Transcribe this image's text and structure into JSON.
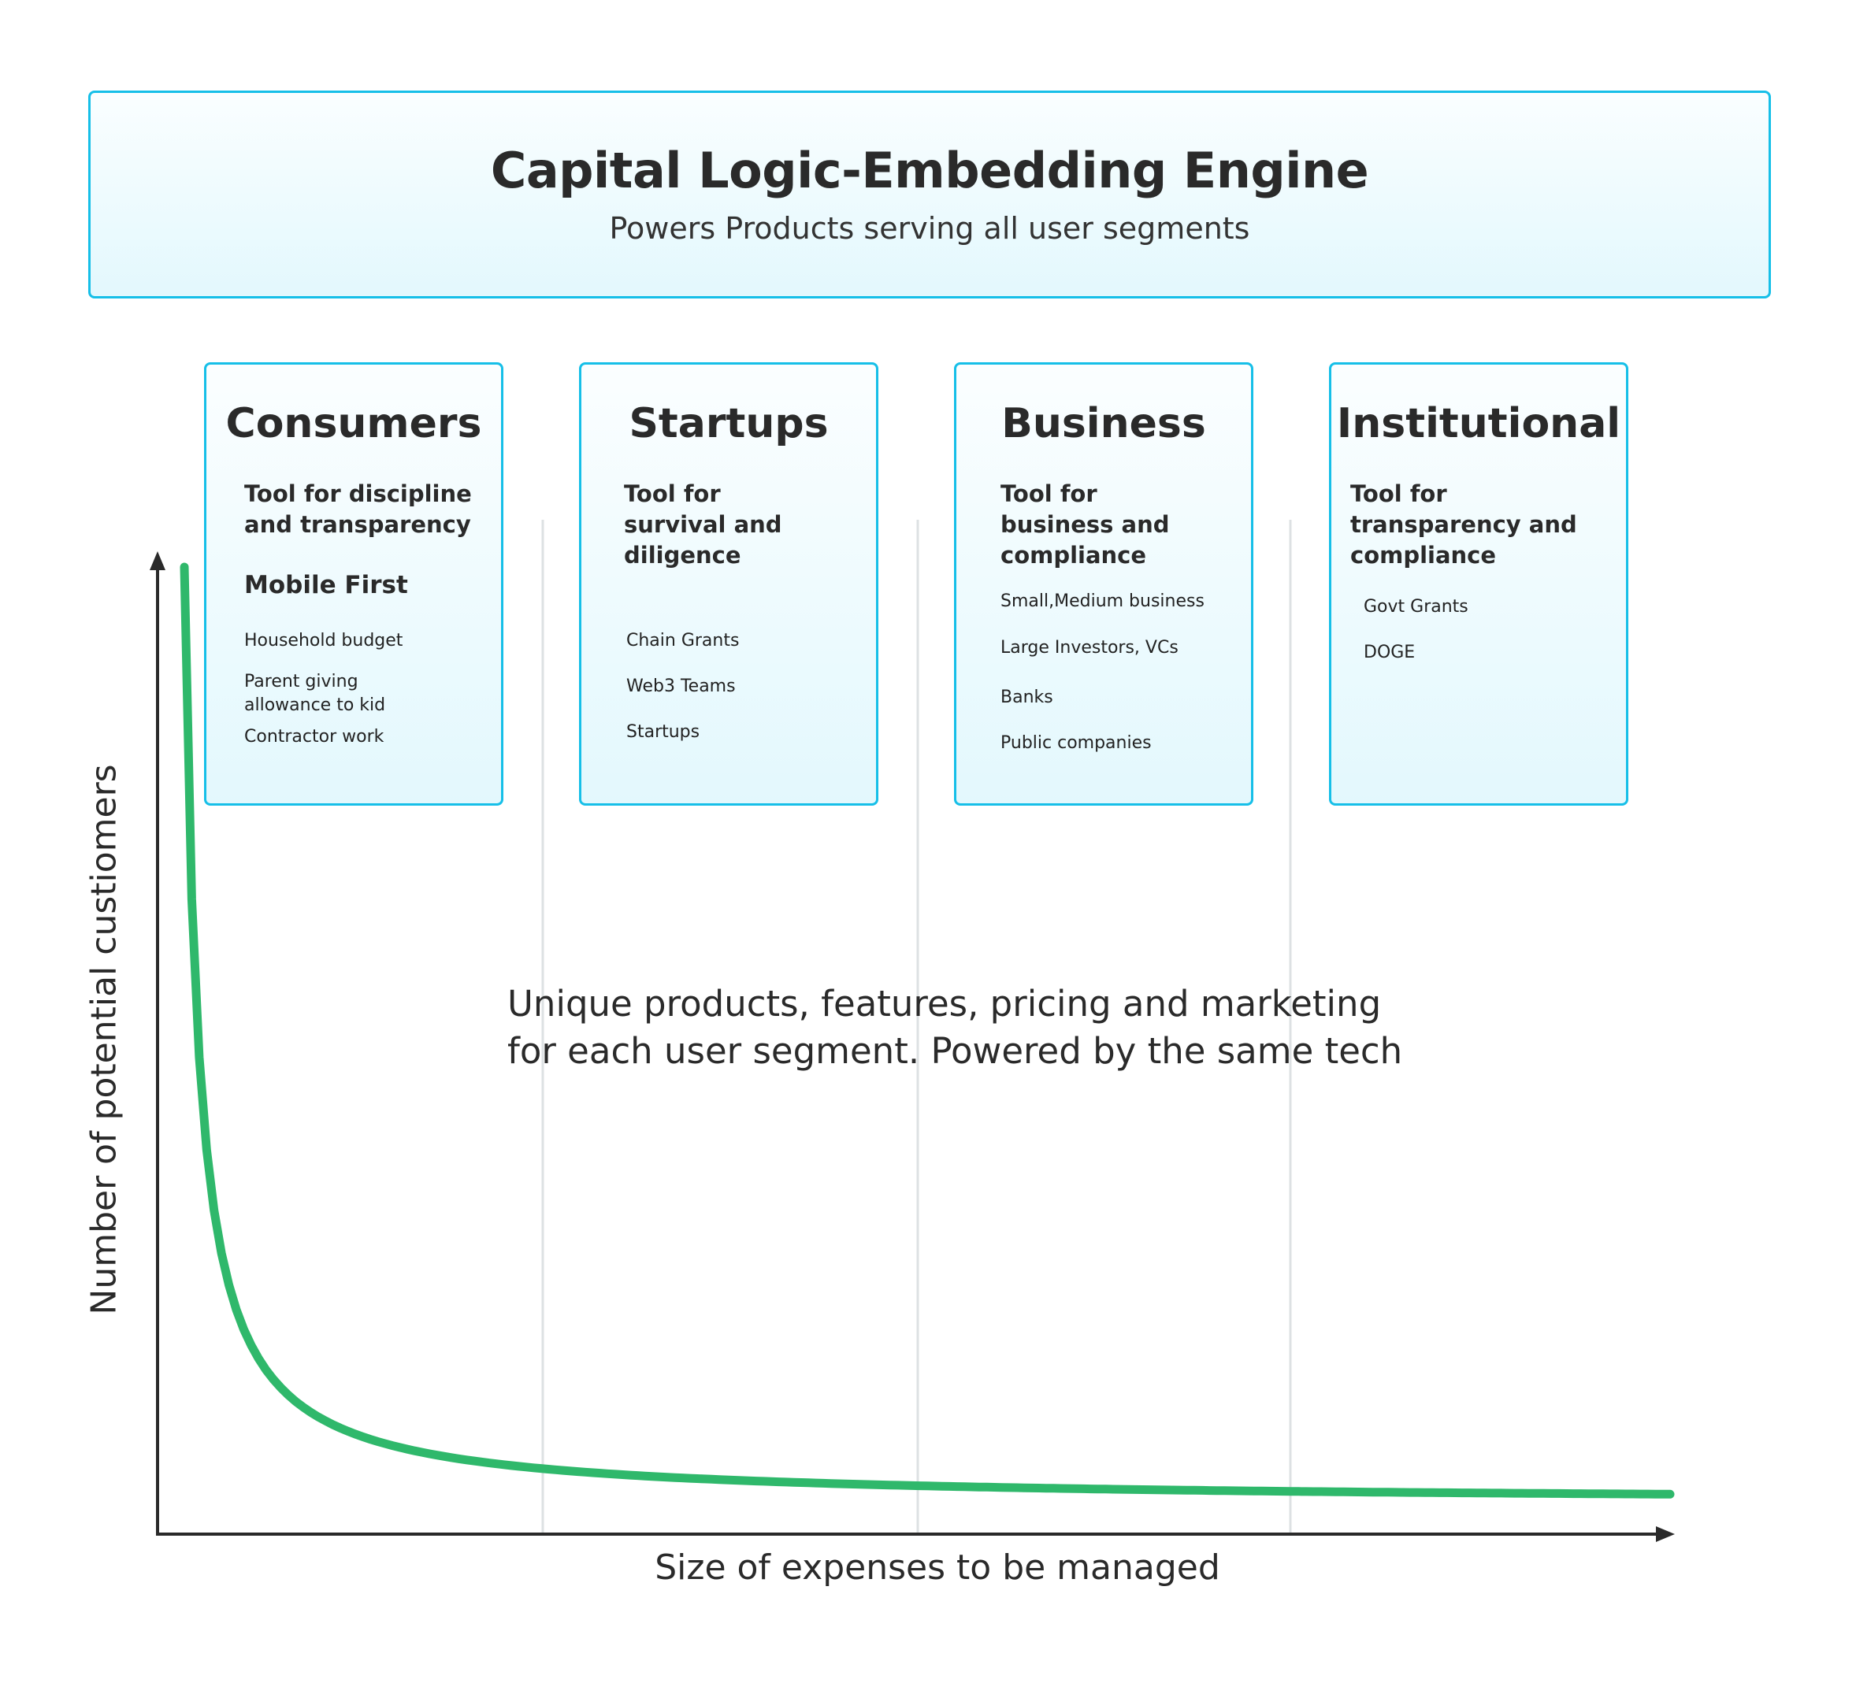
{
  "banner": {
    "title": "Capital Logic-Embedding Engine",
    "subtitle": "Powers Products serving all user segments"
  },
  "segments": [
    {
      "title": "Consumers",
      "tagline": "Tool for discipline and transparency",
      "subhead": "Mobile First",
      "items": [
        "Household budget",
        "Parent giving allowance to kid",
        "Contractor work"
      ]
    },
    {
      "title": "Startups",
      "tagline": "Tool for survival and diligence",
      "items": [
        "Chain Grants",
        "Web3 Teams",
        "Startups"
      ]
    },
    {
      "title": "Business",
      "tagline": "Tool for business and compliance",
      "items": [
        "Small,Medium business",
        "Large Investors, VCs",
        "Banks",
        "Public companies"
      ]
    },
    {
      "title": "Institutional",
      "tagline": "Tool for transparency and compliance",
      "items": [
        "Govt Grants",
        "DOGE"
      ]
    }
  ],
  "center_note": "Unique products, features, pricing and marketing for each user segment. Powered by the same tech",
  "axes": {
    "x_label": "Size of expenses to be managed",
    "y_label": "Number of potential custiomers"
  },
  "colors": {
    "accent_border": "#16bfe8",
    "curve": "#2fb86b",
    "axis": "#2a2a2a",
    "divider": "#dde1e3"
  }
}
